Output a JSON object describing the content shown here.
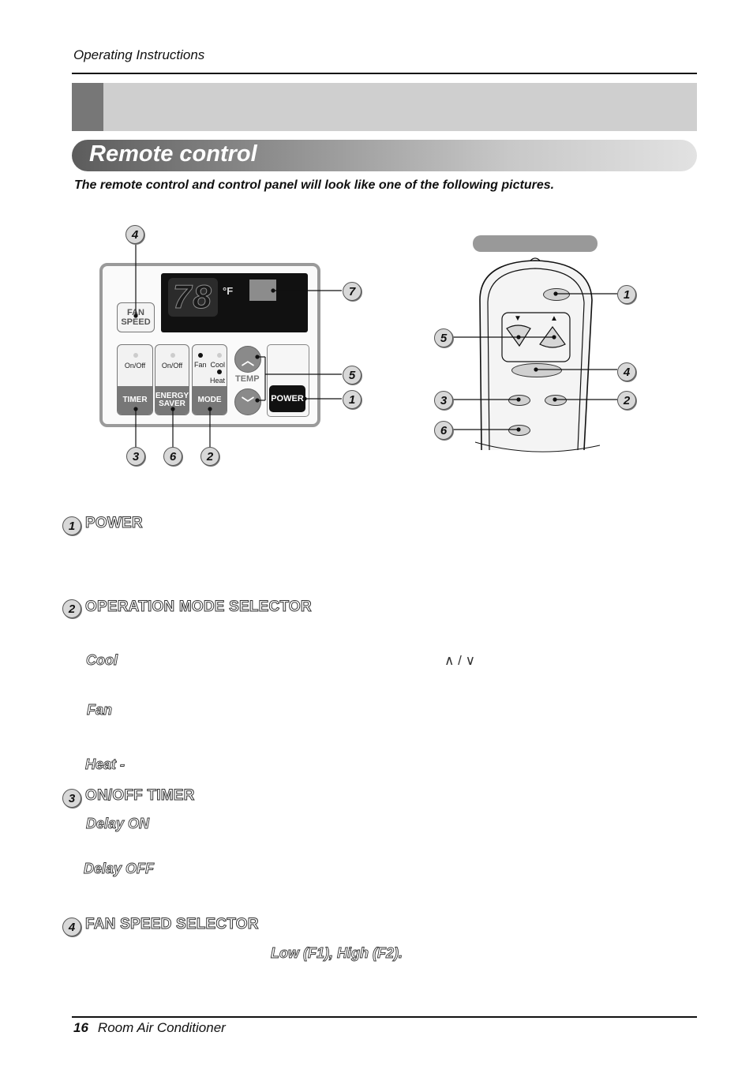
{
  "header": {
    "section": "Operating Instructions"
  },
  "title": "Remote control",
  "intro": "The remote control and control panel will look like one of the following pictures.",
  "control_panel": {
    "display_digits": "78",
    "display_unit": "°F",
    "fan_speed_label": [
      "FAN",
      "SPEED"
    ],
    "timer": {
      "state": "On/Off",
      "label": "TIMER"
    },
    "energy_saver": {
      "state": "On/Off",
      "label_lines": [
        "ENERGY",
        "SAVER"
      ]
    },
    "mode": {
      "opt_fan": "Fan",
      "opt_cool": "Cool",
      "opt_heat": "Heat",
      "label": "MODE"
    },
    "temp_label": "TEMP",
    "power_label": "POWER",
    "callouts": [
      "4",
      "7",
      "5",
      "1",
      "3",
      "6",
      "2"
    ]
  },
  "remote": {
    "callouts": [
      "1",
      "5",
      "4",
      "3",
      "2",
      "6"
    ],
    "down_arrow": "▼",
    "up_arrow": "▲"
  },
  "items": {
    "i1": {
      "num": "1",
      "title": "POWER"
    },
    "i2": {
      "num": "2",
      "title": "OPERATION MODE SELECTOR",
      "cool": "Cool",
      "arrows": "∧ / ∨",
      "fan": "Fan",
      "heat": "Heat -"
    },
    "i3": {
      "num": "3",
      "title": "ON/OFF TIMER",
      "delay_on": "Delay ON",
      "delay_off": "Delay OFF"
    },
    "i4": {
      "num": "4",
      "title": "FAN SPEED SELECTOR",
      "speeds": "Low (F1), High (F2)."
    }
  },
  "footer": {
    "page": "16",
    "title": "Room Air Conditioner"
  }
}
